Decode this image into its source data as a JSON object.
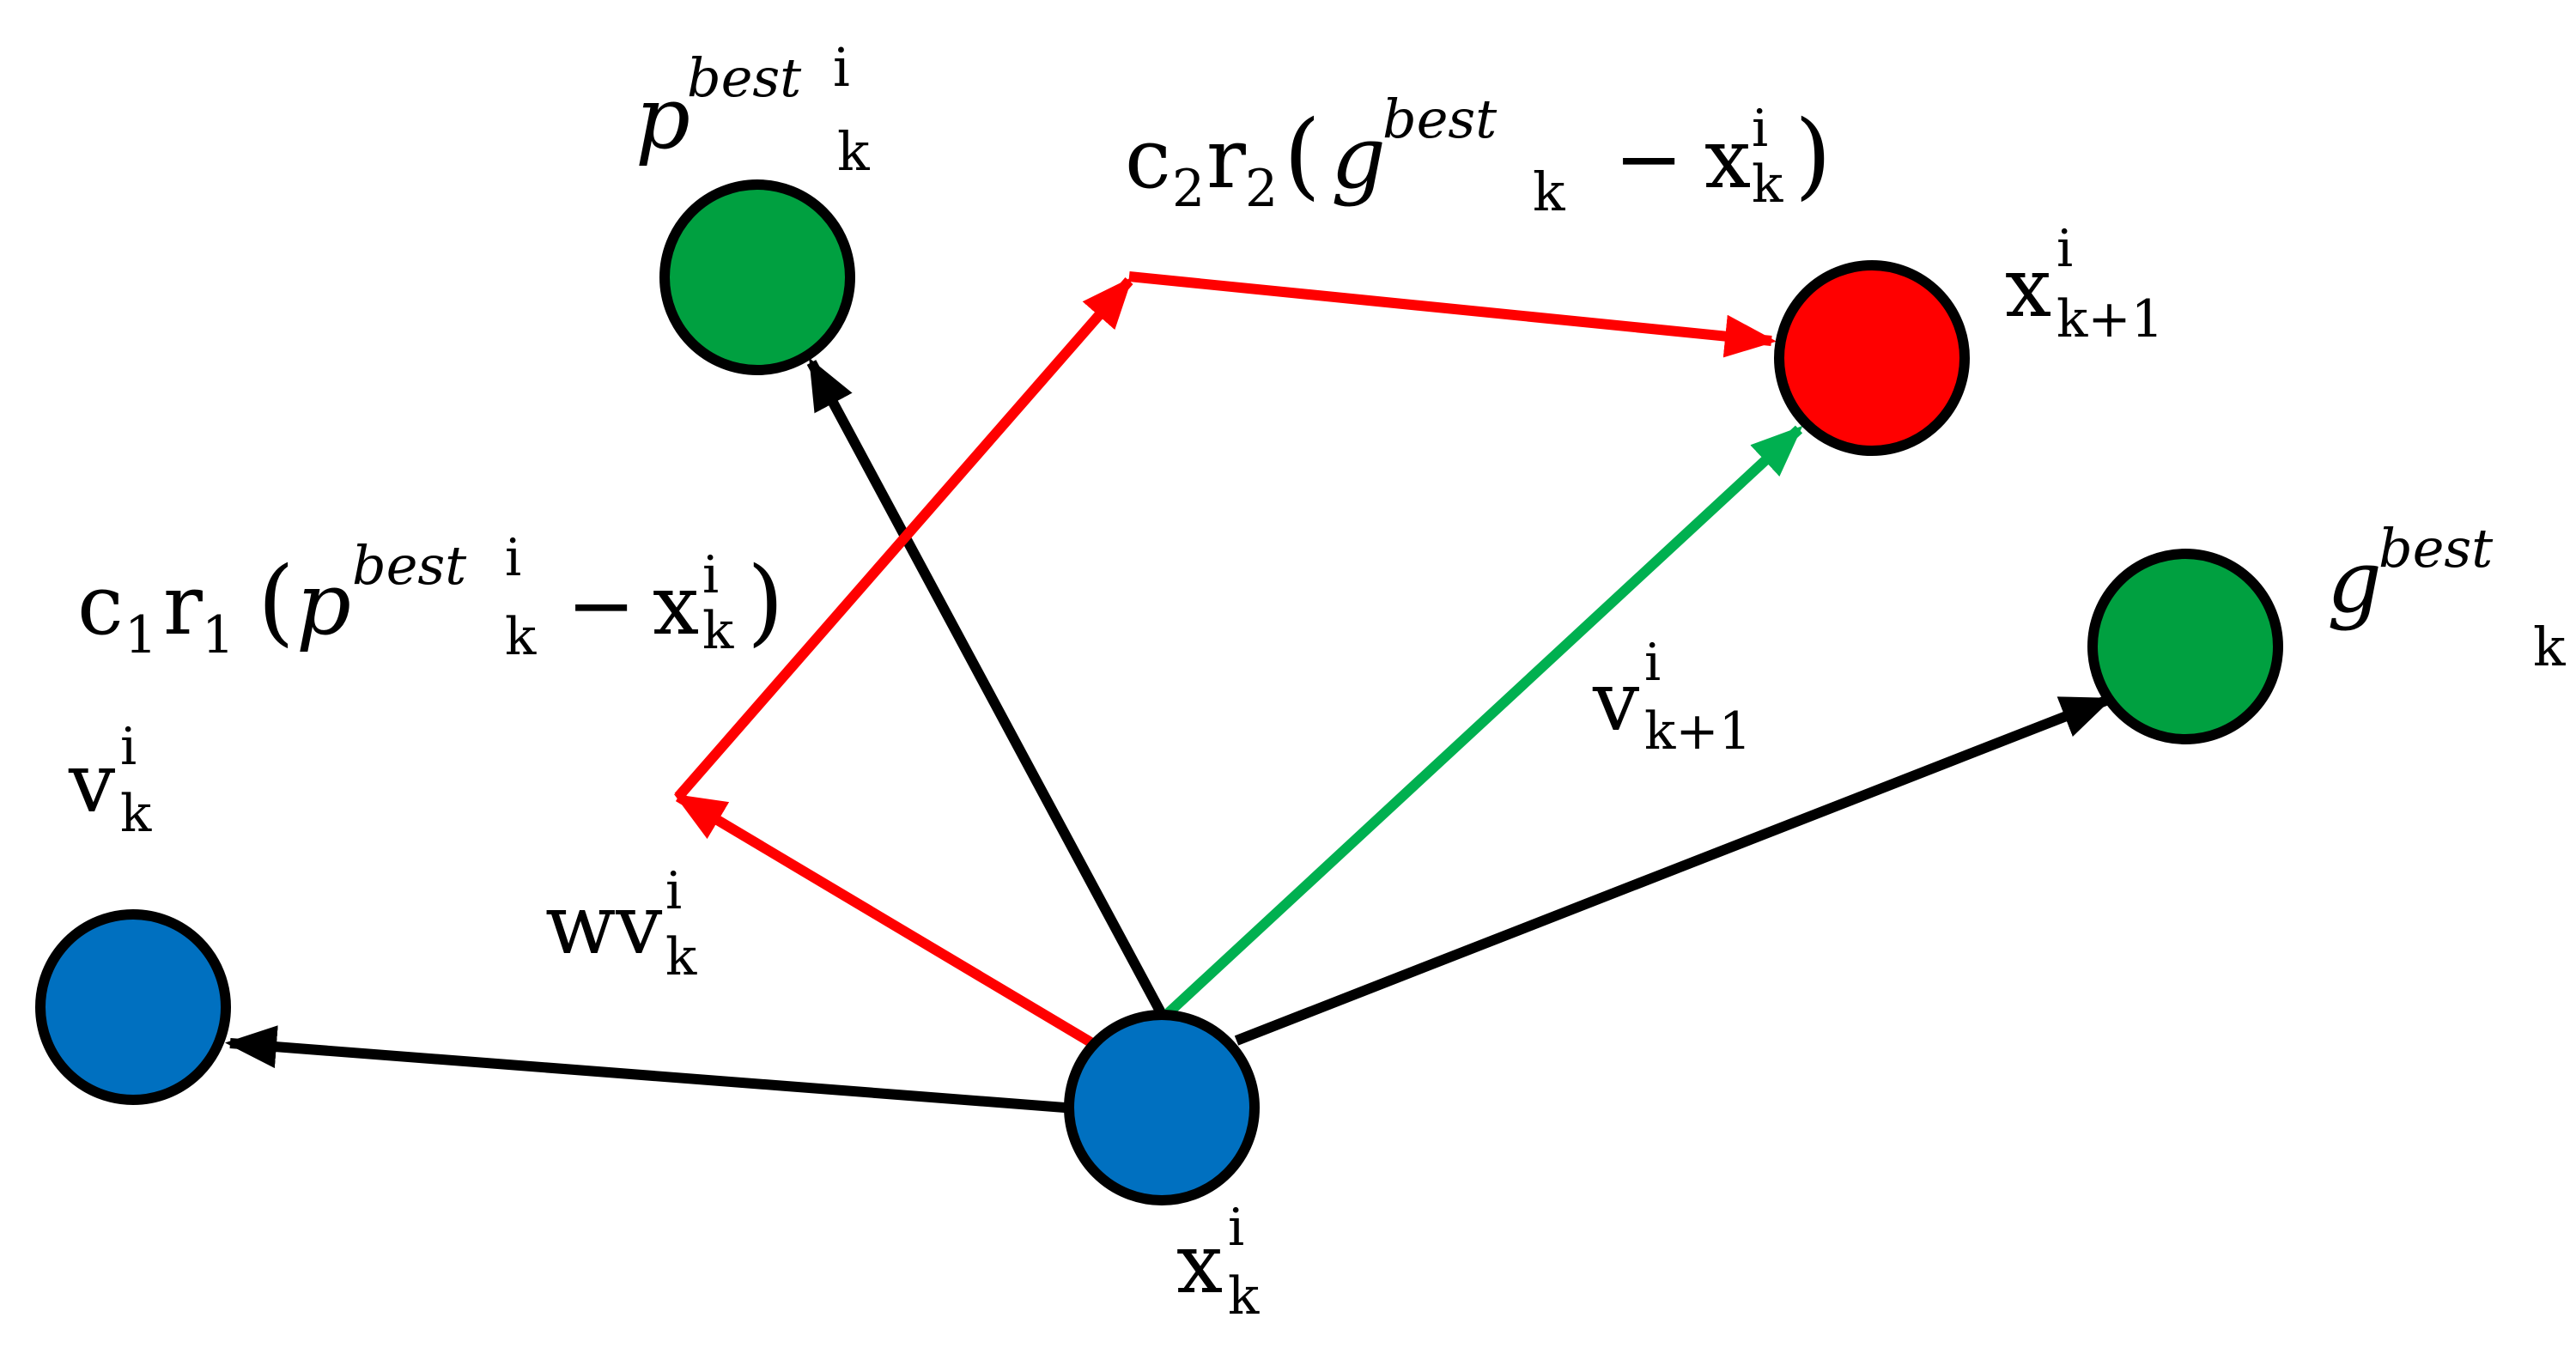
{
  "colors": {
    "particle_blue": "#0070C0",
    "best_green": "#00A040",
    "new_red": "#FF0000",
    "arrow_black": "#000000",
    "arrow_red": "#FF0000",
    "arrow_green": "#00B050",
    "outline": "#000000"
  },
  "labels": {
    "pbest": {
      "main": "p",
      "sup1": "best",
      "sup2": "i",
      "sub": "k"
    },
    "gbest": {
      "main": "g",
      "sup": "best",
      "sub": "k"
    },
    "x_next": {
      "main": "x",
      "sup": "i",
      "sub": "k+1"
    },
    "x_curr": {
      "main": "x",
      "sup": "i",
      "sub": "k"
    },
    "v_curr": {
      "main": "v",
      "sup": "i",
      "sub": "k"
    },
    "v_next": {
      "main": "v",
      "sup": "i",
      "sub": "k+1"
    },
    "wv": {
      "main": "wv",
      "sup": "i",
      "sub": "k"
    },
    "term_c1": {
      "c": "c",
      "c_sub": "1",
      "r": "r",
      "r_sub": "1",
      "lparen": "(",
      "p": "p",
      "best": "best",
      "sup_i": "i",
      "sub_k": "k",
      "minus": "−",
      "x": "x",
      "x_sup": "i",
      "x_sub": "k",
      "rparen": ")"
    },
    "term_c2": {
      "c": "c",
      "c_sub": "2",
      "r": "r",
      "r_sub": "2",
      "lparen": "(",
      "g": "g",
      "best": "best",
      "sub_k": "k",
      "minus": "−",
      "x": "x",
      "x_sup": "i",
      "x_sub": "k",
      "rparen": ")"
    }
  }
}
